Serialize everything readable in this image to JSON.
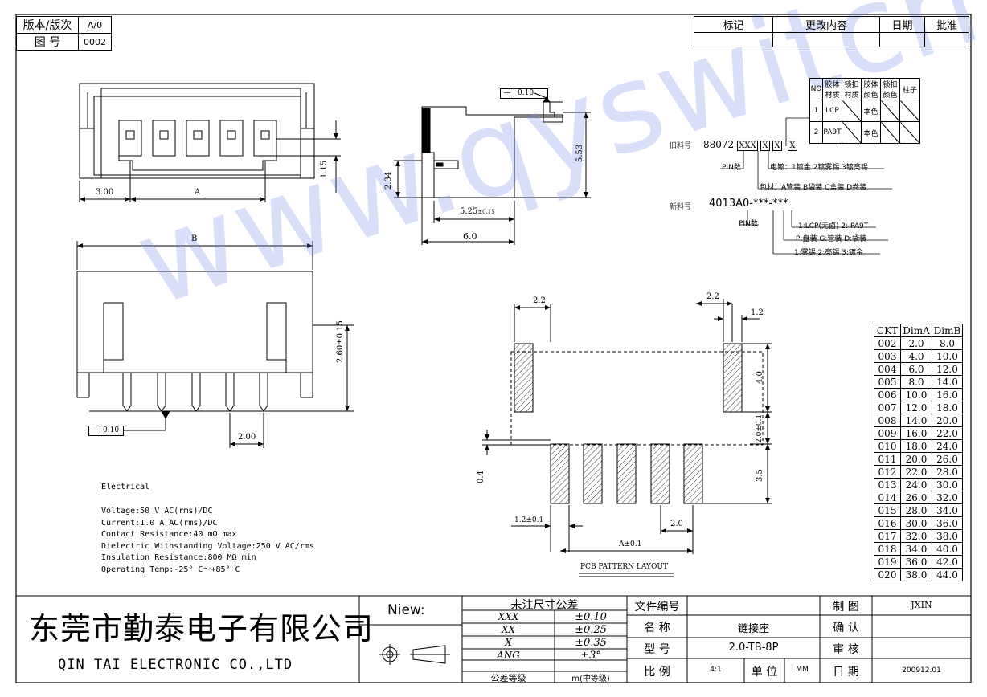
{
  "header": {
    "version_label": "版本/版次",
    "version_value": "A/0",
    "drawing_no_label": "图 号",
    "drawing_no_value": "0002"
  },
  "revision_table": {
    "headers": [
      "标记",
      "更改内容",
      "日期",
      "批准"
    ]
  },
  "dims": {
    "flatness1": "0.10",
    "flatness2": "0.10",
    "d_300": "3.00",
    "d_A": "A",
    "d_115": "1.15",
    "d_234": "2.34",
    "d_525": "5.25",
    "d_525_tol": "±0.15",
    "d_60": "6.0",
    "d_553": "5.53",
    "d_B": "B",
    "d_260": "2.60±0.15",
    "d_200": "2.00",
    "pcb_22a": "2.2",
    "pcb_22b": "2.2",
    "pcb_12": "1.2",
    "pcb_40": "4.0",
    "pcb_20v": "2.0±0.1",
    "pcb_04": "0.4",
    "pcb_35": "3.5",
    "pcb_12tol": "1.2±0.1",
    "pcb_20": "2.0",
    "pcb_A": "A±0.1",
    "pcb_title": "PCB PATTERN LAYOUT"
  },
  "material_table": {
    "headers": [
      "NO",
      "胶体材质",
      "锁扣材质",
      "胶体颜色",
      "锁扣颜色",
      "柱子"
    ],
    "rows": [
      [
        "1",
        "LCP",
        "",
        "本色",
        "",
        ""
      ],
      [
        "2",
        "PA9T",
        "",
        "本色",
        "",
        ""
      ]
    ]
  },
  "part_number": {
    "old_label": "旧料号",
    "old_code": "88072-",
    "old_box1": "XXX",
    "old_box2": "X",
    "old_box3": "X",
    "old_box4": "X",
    "old_pin": "PIN数",
    "old_plating": "电镀：1镀金 2镀雾锡 3镀亮锡",
    "old_package": "包材：A管装 B袋装 C盒装 D卷装",
    "new_label": "新料号",
    "new_code": "4013A0-***-***",
    "new_pin": "PIN数",
    "new_material": "1:LCP(无卤) 2: PA9T",
    "new_package": "P:盘装   G:管装  D:袋装",
    "new_plating": "1:雾锡  2:亮锡  3:镀金"
  },
  "electrical": {
    "title": "Electrical",
    "lines": [
      "Voltage:50 V AC(rms)/DC",
      "Current:1.0 A AC(rms)/DC",
      "Contact Resistance:40 mΩ max",
      "Dielectric Withstanding Voltage:250 V AC/rms",
      "Insulation Resistance:800 MΩ min",
      "Operating Temp:-25° C～+85° C"
    ]
  },
  "ckt_table": {
    "headers": [
      "CKT",
      "DimA",
      "DimB"
    ],
    "rows": [
      [
        "002",
        "2.0",
        "8.0"
      ],
      [
        "003",
        "4.0",
        "10.0"
      ],
      [
        "004",
        "6.0",
        "12.0"
      ],
      [
        "005",
        "8.0",
        "14.0"
      ],
      [
        "006",
        "10.0",
        "16.0"
      ],
      [
        "007",
        "12.0",
        "18.0"
      ],
      [
        "008",
        "14.0",
        "20.0"
      ],
      [
        "009",
        "16.0",
        "22.0"
      ],
      [
        "010",
        "18.0",
        "24.0"
      ],
      [
        "011",
        "20.0",
        "26.0"
      ],
      [
        "012",
        "22.0",
        "28.0"
      ],
      [
        "013",
        "24.0",
        "30.0"
      ],
      [
        "014",
        "26.0",
        "32.0"
      ],
      [
        "015",
        "28.0",
        "34.0"
      ],
      [
        "016",
        "30.0",
        "36.0"
      ],
      [
        "017",
        "32.0",
        "38.0"
      ],
      [
        "018",
        "34.0",
        "40.0"
      ],
      [
        "019",
        "36.0",
        "42.0"
      ],
      [
        "020",
        "38.0",
        "44.0"
      ]
    ]
  },
  "title_block": {
    "company_cn": "东莞市勤泰电子有限公司",
    "company_en": "QIN TAI ELECTRONIC CO.,LTD",
    "view_label": "Niew:",
    "tol_title": "未注尺寸公差",
    "tolerances": [
      [
        "XXX",
        "±0.10"
      ],
      [
        "XX",
        "±0.25"
      ],
      [
        "X",
        "±0.35"
      ],
      [
        "ANG",
        "±3°"
      ]
    ],
    "grade_label": "公差等级",
    "grade_value": "m(中等级)",
    "file_no_label": "文件编号",
    "file_no_value": "",
    "name_label": "名 称",
    "name_value": "链接座",
    "model_label": "型 号",
    "model_value": "2.0-TB-8P",
    "scale_label": "比 例",
    "scale_value": "4:1",
    "unit_label": "单 位",
    "unit_value": "MM",
    "made_label": "制 图",
    "made_value": "JXIN",
    "confirm_label": "确 认",
    "confirm_value": "",
    "review_label": "审 核",
    "review_value": "",
    "date_label": "日 期",
    "date_value": "200912.01"
  },
  "watermark": "www.qyswitch.com"
}
